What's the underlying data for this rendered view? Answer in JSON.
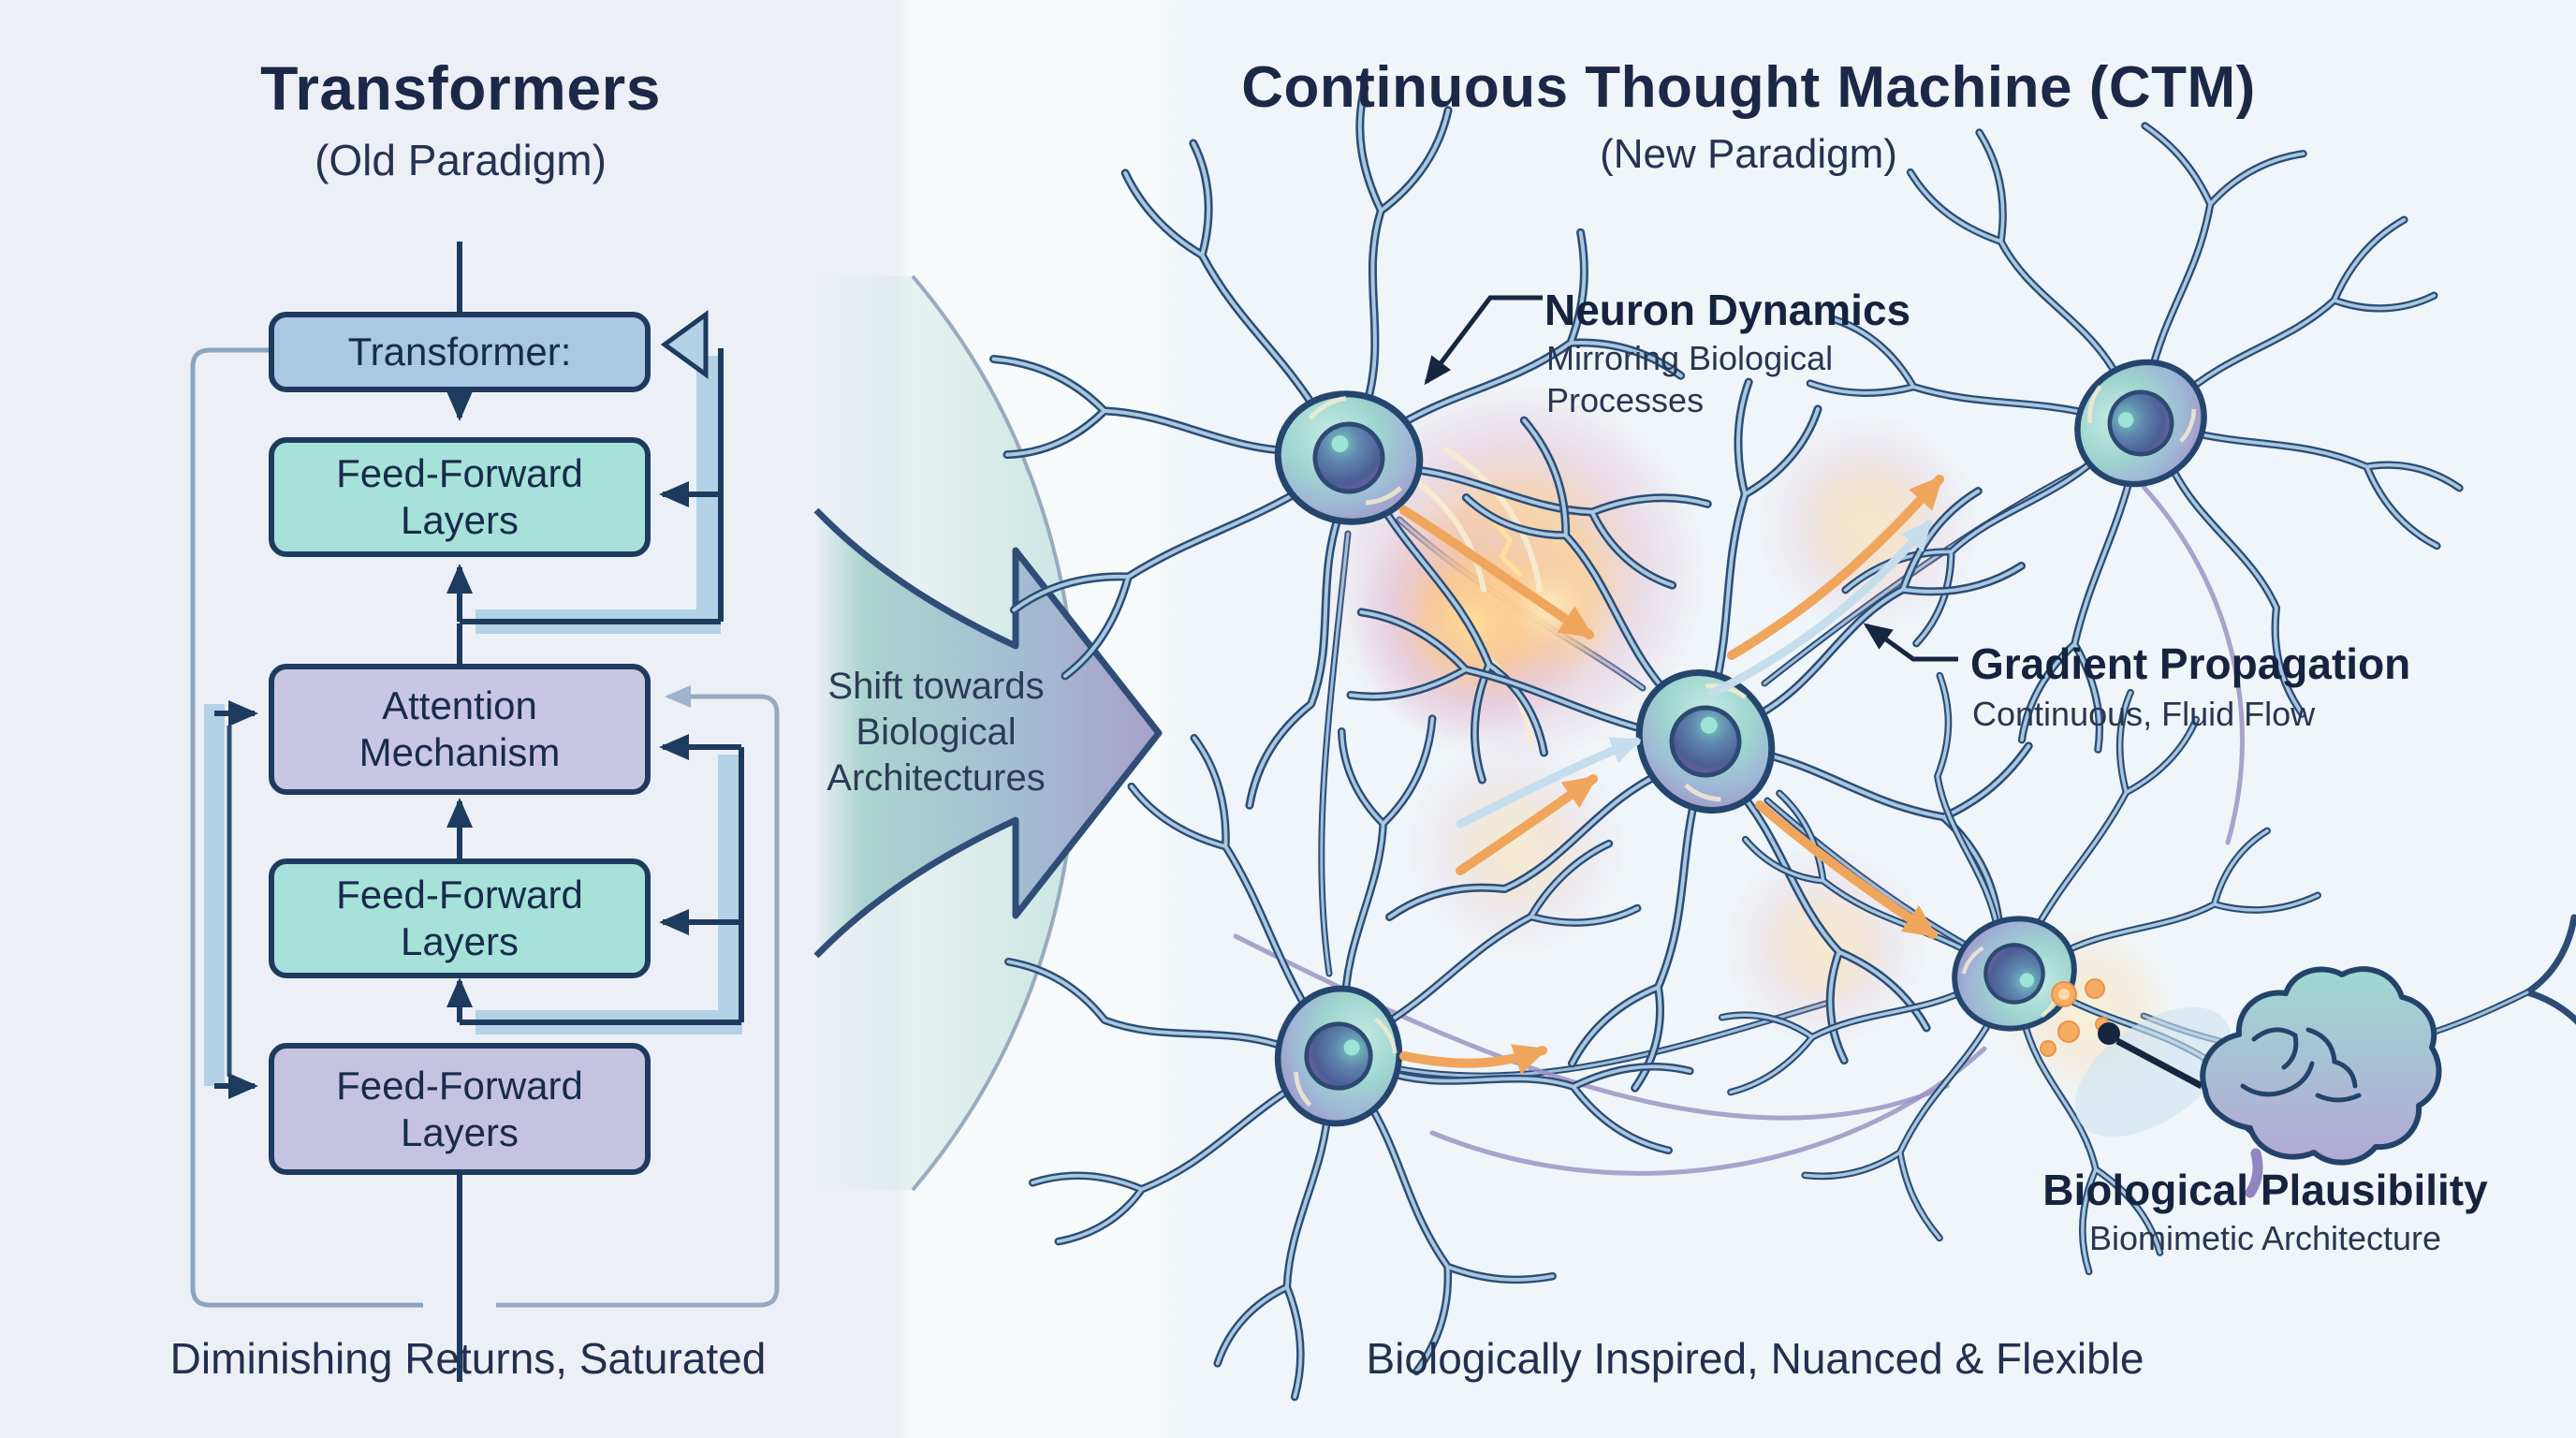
{
  "palette": {
    "background_left": "#ecf0f6",
    "background_right": "#eff5f8",
    "navy_outline": "#1d3b5e",
    "box_blue": "#aac7e3",
    "box_teal": "#a7e2da",
    "box_lavender": "#c9c6e3",
    "loop_light_blue": "#b3d2e6",
    "flow_arrow_orange": "#f0a55c",
    "glow_orange": "#ffd98f",
    "soma_teal": "#9fd4cf",
    "soma_lavender": "#a89ec9",
    "text_navy": "#1c2a4a"
  },
  "left_panel": {
    "title": "Transformers",
    "subtitle": "(Old Paradigm)",
    "boxes": [
      {
        "line1": "Transformer:",
        "line2": ""
      },
      {
        "line1": "Feed-Forward",
        "line2": "Layers"
      },
      {
        "line1": "Attention",
        "line2": "Mechanism"
      },
      {
        "line1": "Feed-Forward",
        "line2": "Layers"
      },
      {
        "line1": "Feed-Forward",
        "line2": "Layers"
      }
    ],
    "caption": "Diminishing Returns, Saturated"
  },
  "transition": {
    "line1": "Shift towards",
    "line2": "Biological",
    "line3": "Architectures"
  },
  "right_panel": {
    "title": "Continuous Thought Machine (CTM)",
    "subtitle": "(New Paradigm)",
    "caption": "Biologically Inspired, Nuanced & Flexible",
    "annotations": {
      "neuron_dynamics": {
        "title": "Neuron Dynamics",
        "sub1": "Mirroring Biological",
        "sub2": "Processes"
      },
      "gradient_propagation": {
        "title": "Gradient Propagation",
        "sub": "Continuous, Fluid Flow"
      },
      "biological_plausibility": {
        "title": "Biological Plausibility",
        "sub": "Biomimetic Architecture"
      }
    }
  }
}
